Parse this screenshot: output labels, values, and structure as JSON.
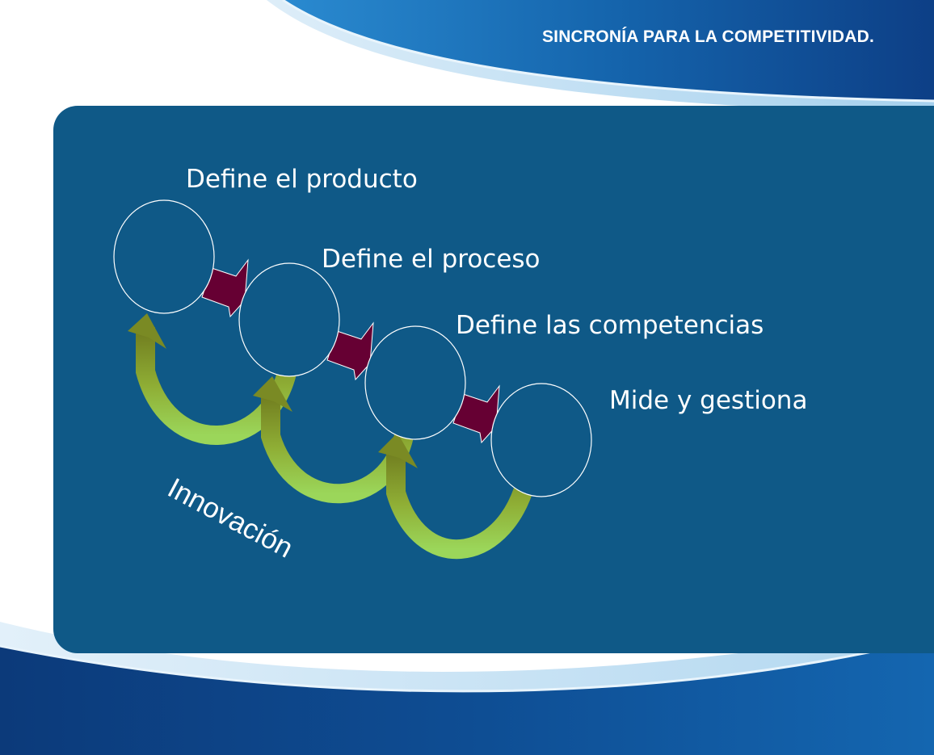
{
  "header": {
    "title": "SINCRONÍA PARA LA COMPETITIVIDAD."
  },
  "diagram": {
    "steps": [
      {
        "label": "Define el producto"
      },
      {
        "label": "Define el proceso"
      },
      {
        "label": "Define las competencias"
      },
      {
        "label": "Mide y gestiona"
      }
    ],
    "feedback_label": "Innovación"
  },
  "colors": {
    "panel": "#0f5987",
    "step_arrow": "#660033",
    "feedback_arrow_light": "#8ecb4a",
    "feedback_arrow_dark": "#6f7a1e",
    "circle_stroke": "#ffffff",
    "header_wave": "#1358a0"
  }
}
